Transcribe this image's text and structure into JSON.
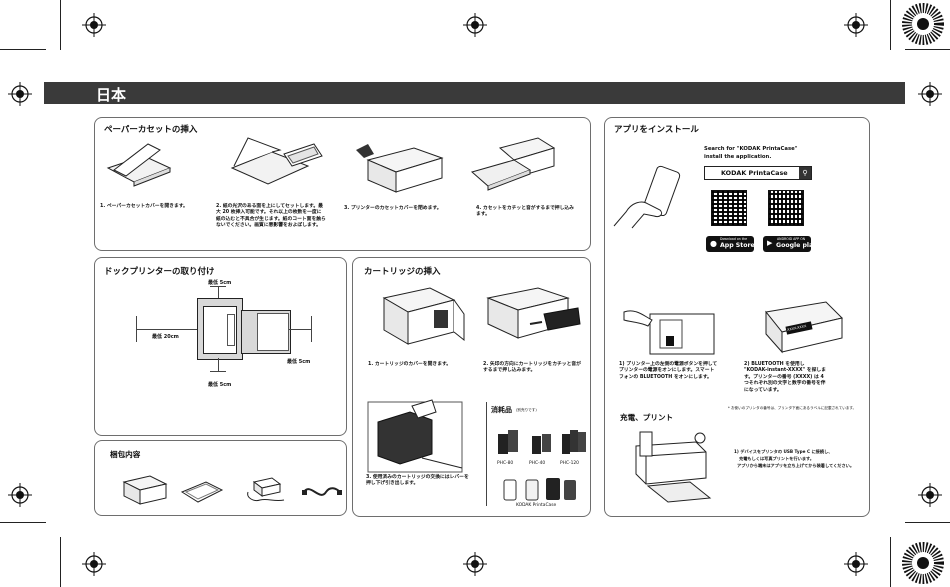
{
  "header": {
    "title": "日本"
  },
  "paper_cassette": {
    "title": "ペーパーカセットの挿入",
    "steps": [
      "1. ペーパーカセットカバーを開きます。",
      "2. 紙の光沢のある面を上にしてセットします。最大 20 枚挿入可能です。それ以上の枚数を一度に紙の込むと不具合が生じます。紙のコート面を触らないでください。画質に悪影響をおよぼします。",
      "3. プリンターのカセットカバーを閉めます。",
      "4. カセットをカチッと音がするまで押し込みます。"
    ]
  },
  "app_install": {
    "title": "アプリをインストール",
    "search_line1": "Search for \"KODAK PrintaCase\"",
    "search_line2": "install the application.",
    "search_box": "KODAK PrintaCase",
    "app_store_small": "Download on the",
    "app_store": "App Store",
    "google_play_small": "ANDROID APP ON",
    "google_play": "Google play",
    "step1": "1) プリンター上の左側の電源ボタンを押してプリンターの電源をオンにします。スマートフォンの BLUETOOTH をオンにします。",
    "step2": "2) BLUETOOTH を使用し \"KODAK-instant-XXXX\" を探します。プリンターの番号 (XXXX) は 4 つそれぞれ別の文字と数字の番号を伴になっています。",
    "note": "* お使いのプリンタの番号は、プリンタ下面にあるラベルに記載されています。",
    "label_tag": "XXXX-XXXX"
  },
  "charge_print": {
    "title": "充電、プリント",
    "step_line1": "1) デバイスをプリンタの USB Type C に接続し、",
    "step_line2": "充電もしくは写真プリントを行います。",
    "step_line3": "アプリから端末はアプリを立ち上げてから装着してください。"
  },
  "dock": {
    "title": "ドックプリンターの取り付け",
    "dim_top": "最低 5cm",
    "dim_left": "最低 20cm",
    "dim_right": "最低 5cm",
    "dim_bottom": "最低 5cm"
  },
  "cartridge": {
    "title": "カートリッジの挿入",
    "step1": "1. カートリッジのカバーを開きます。",
    "step2": "2. 矢印の方向にカートリッジをカチッと音がするまで押し込みます。",
    "step3": "3. 使用済みのカートリッジの交換にはレバーを押し下げ引き出します。",
    "consumables_title": "消耗品",
    "consumables_note": "(別売りです)",
    "products": [
      "PHC-80",
      "PHC-40",
      "PHC-120"
    ],
    "case_label": "KODAK PrintaCase"
  },
  "package": {
    "title": "梱包内容"
  }
}
